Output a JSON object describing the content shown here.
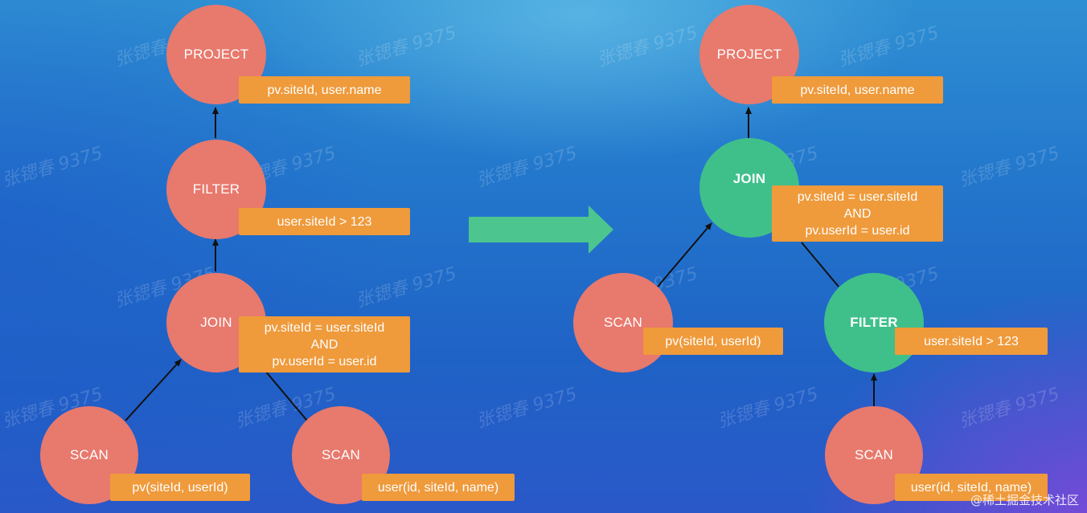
{
  "colors": {
    "red_node": "#e8796d",
    "green_node": "#3fc08a",
    "label_box": "#ef9a3b",
    "arrow": "#4cc58f"
  },
  "watermark": "张锶春 9375",
  "footer_text": "@稀土掘金技术社区",
  "left_tree": {
    "project": {
      "label": "PROJECT",
      "note": "pv.siteId, user.name"
    },
    "filter": {
      "label": "FILTER",
      "note": "user.siteId > 123"
    },
    "join": {
      "label": "JOIN",
      "note": [
        "pv.siteId = user.siteId",
        "AND",
        "pv.userId = user.id"
      ]
    },
    "scan_pv": {
      "label": "SCAN",
      "note": "pv(siteId, userId)"
    },
    "scan_user": {
      "label": "SCAN",
      "note": "user(id, siteId, name)"
    }
  },
  "right_tree": {
    "project": {
      "label": "PROJECT",
      "note": "pv.siteId, user.name"
    },
    "join": {
      "label": "JOIN",
      "note": [
        "pv.siteId = user.siteId",
        "AND",
        "pv.userId = user.id"
      ]
    },
    "scan_pv": {
      "label": "SCAN",
      "note": "pv(siteId, userId)"
    },
    "filter": {
      "label": "FILTER",
      "note": "user.siteId > 123"
    },
    "scan_user": {
      "label": "SCAN",
      "note": "user(id, siteId, name)"
    }
  }
}
